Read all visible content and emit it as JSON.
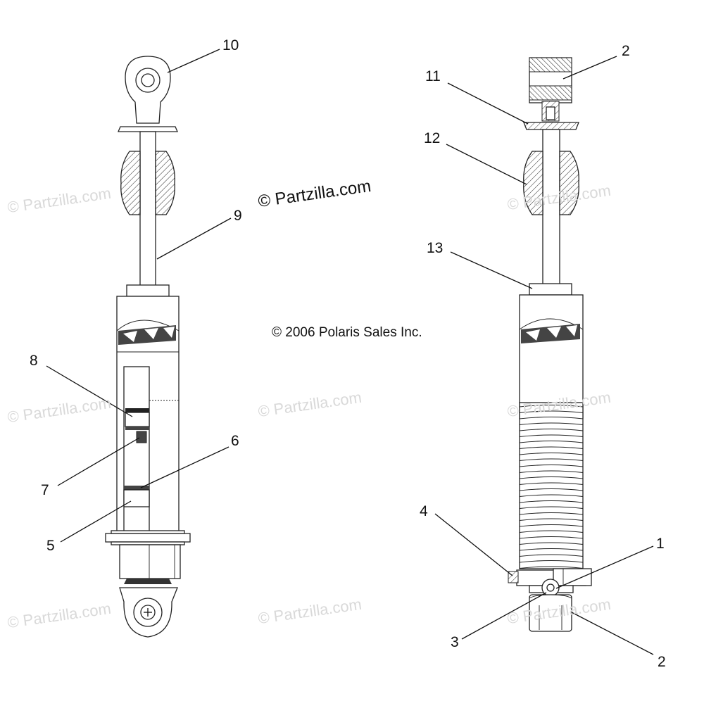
{
  "watermark": "© Partzilla.com",
  "copyright_main": "© Partzilla.com",
  "copyright_polaris": "© 2006 Polaris Sales Inc.",
  "callouts": [
    "10",
    "9",
    "8",
    "7",
    "6",
    "5",
    "2",
    "11",
    "12",
    "13",
    "4",
    "1",
    "3",
    "2"
  ]
}
